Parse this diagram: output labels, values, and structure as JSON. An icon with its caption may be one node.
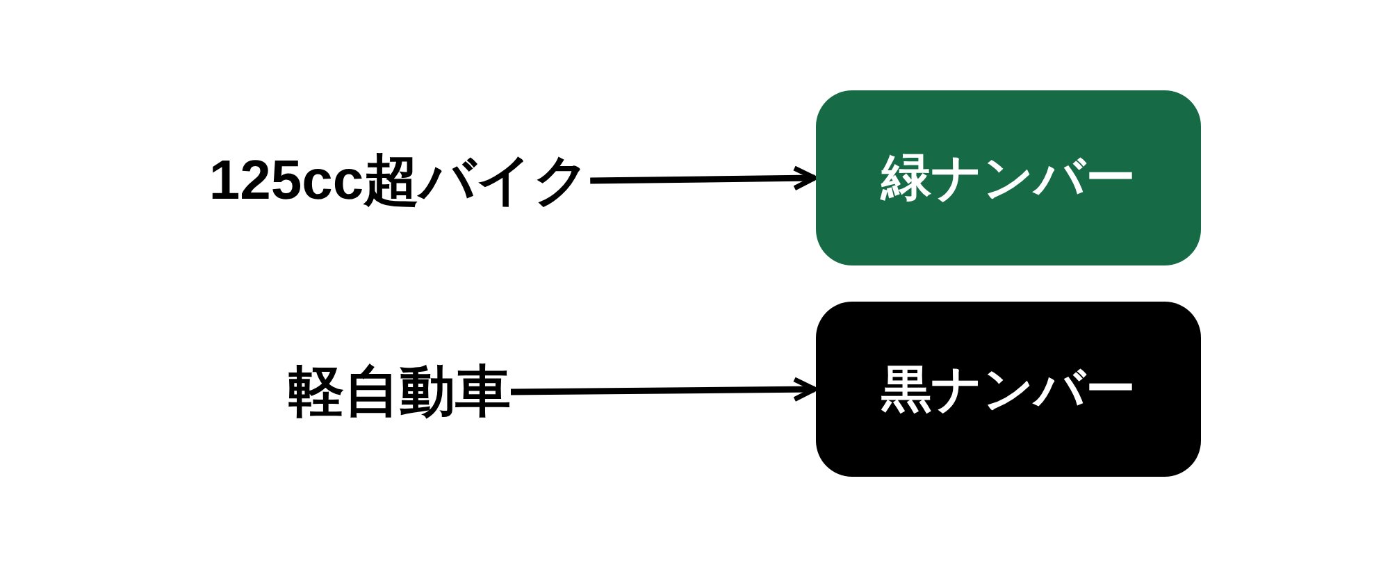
{
  "diagram": {
    "nodes": [
      {
        "text": [
          "125cc超バイク"
        ]
      },
      {
        "text": [
          "緑ナンバー"
        ]
      },
      {
        "text": [
          "軽自動車"
        ]
      },
      {
        "text": [
          "黒ナンバー"
        ]
      }
    ],
    "edges": [
      {
        "from": 0,
        "to": 1,
        "arrow": "to"
      },
      {
        "from": 2,
        "to": 3,
        "arrow": "to"
      }
    ]
  }
}
